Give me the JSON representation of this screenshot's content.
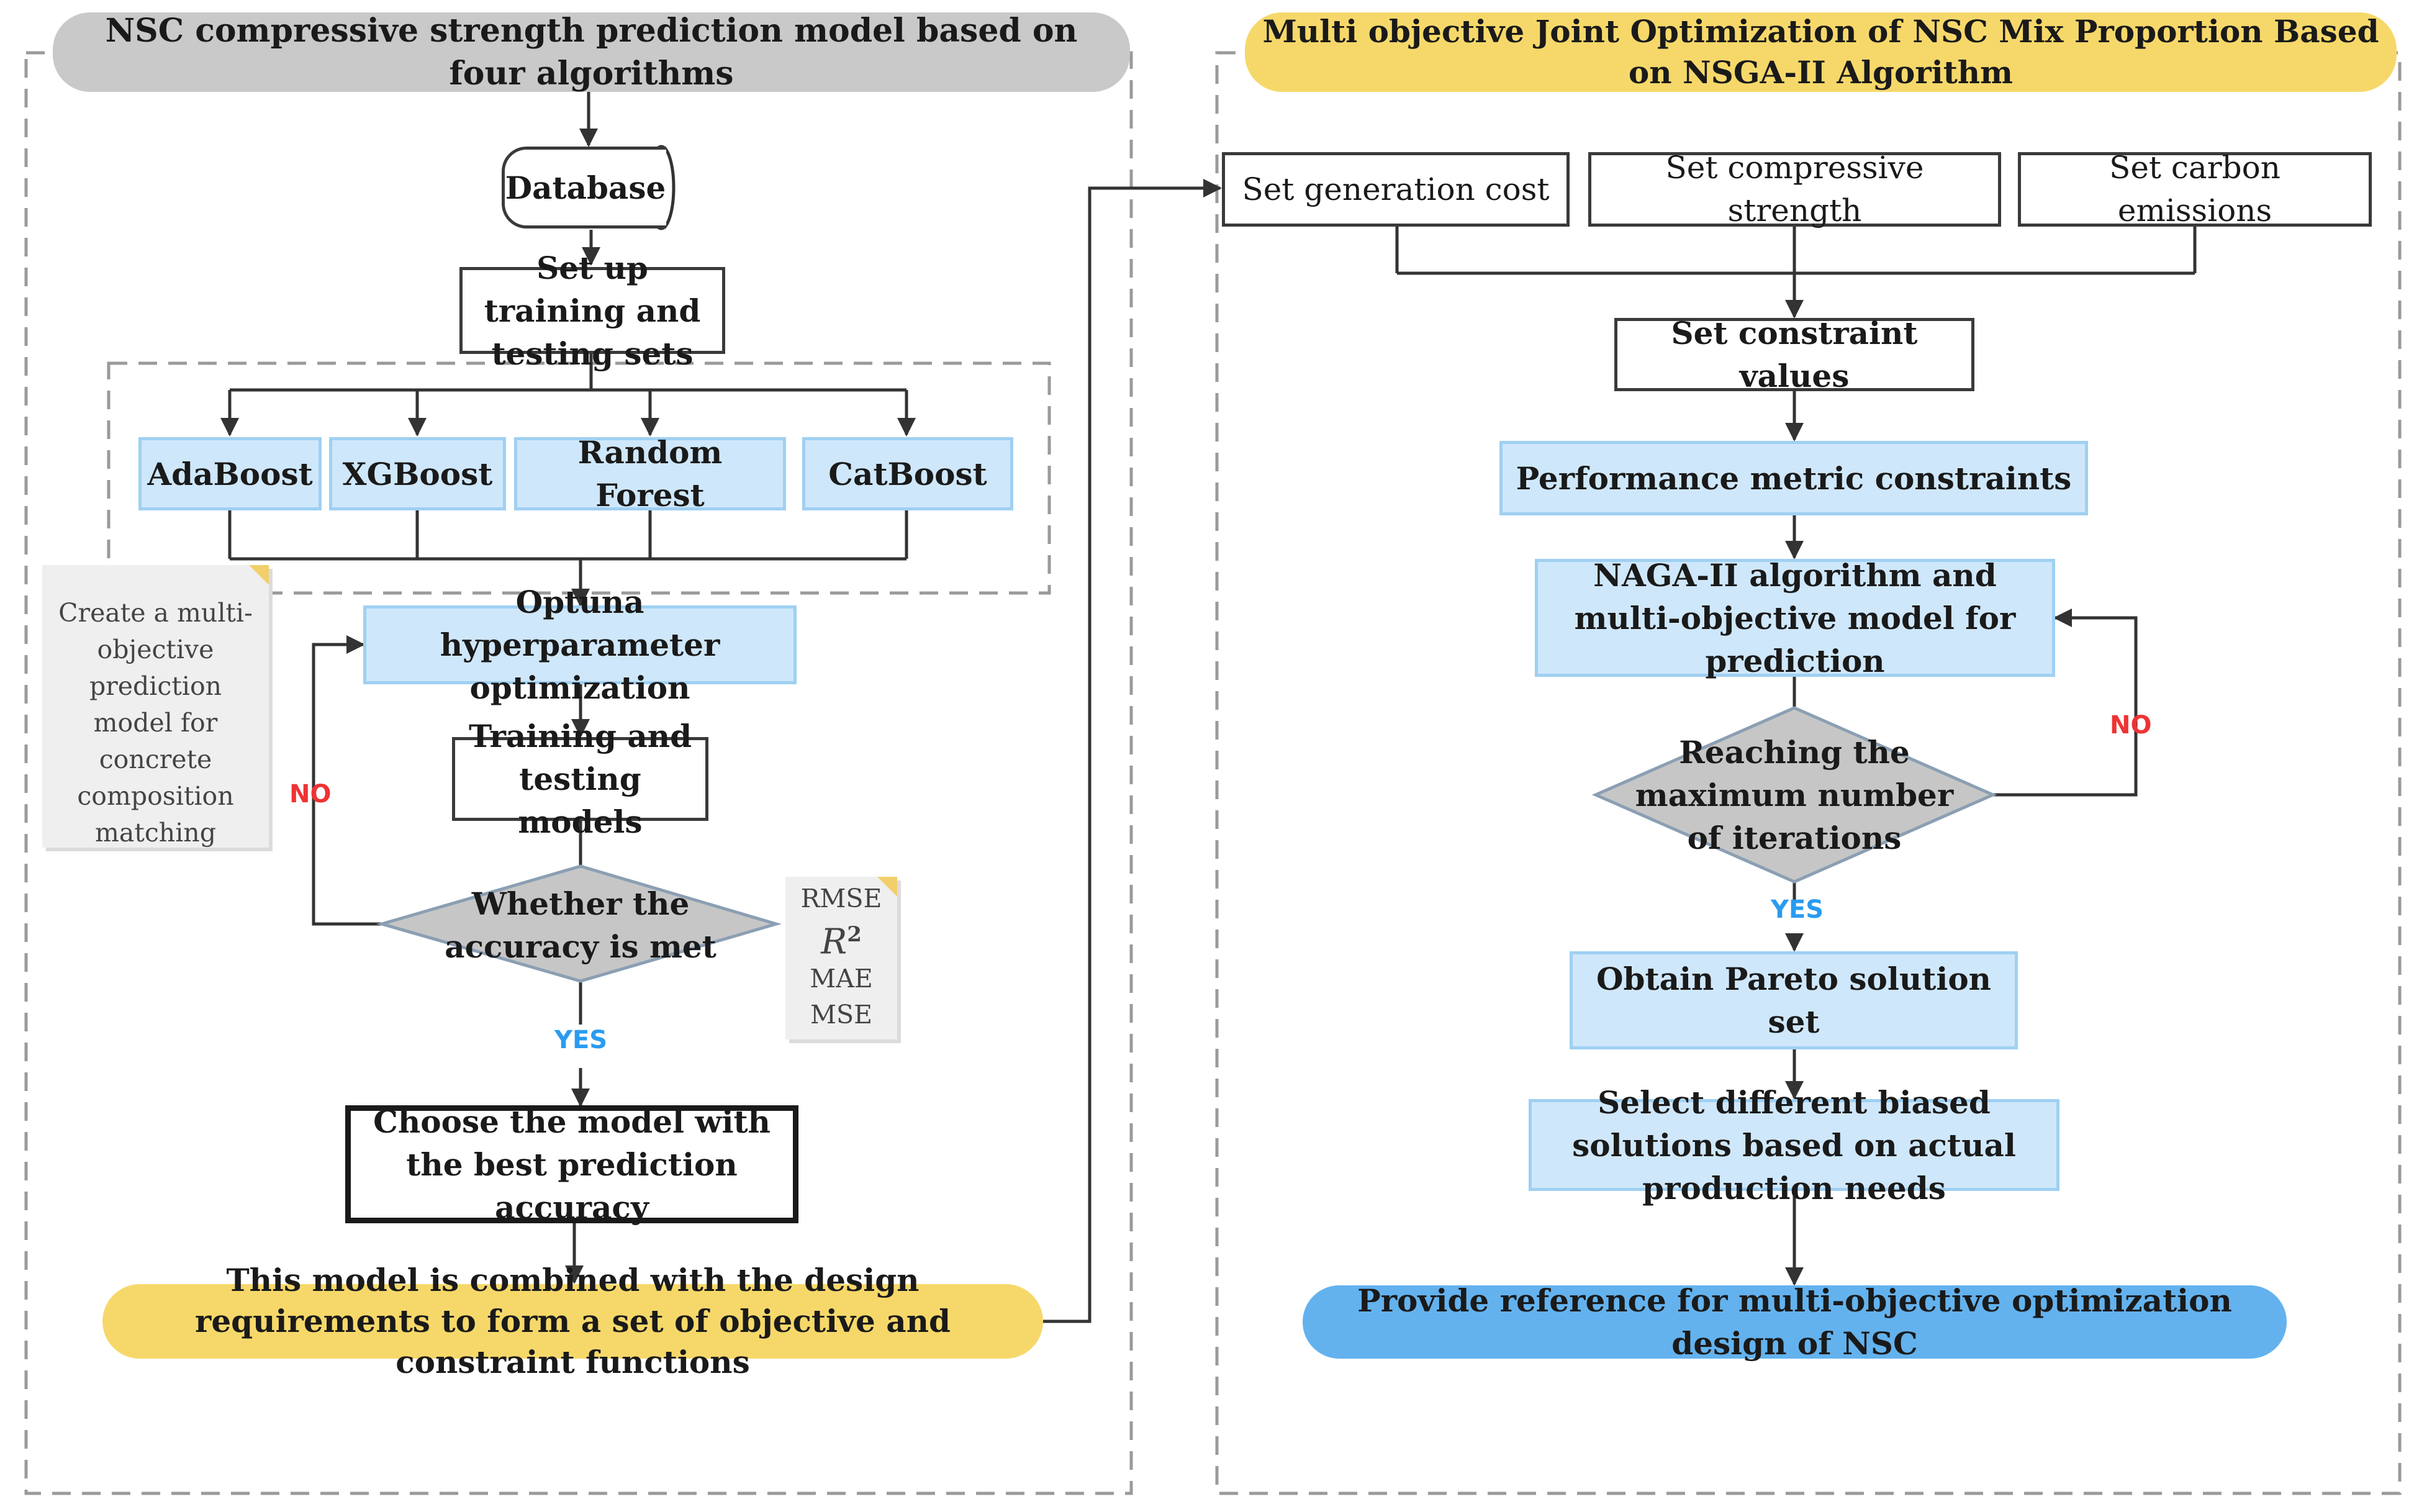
{
  "left_panel": {
    "title": "NSC compressive strength prediction model based on four algorithms",
    "database": "Database",
    "split": "Set up training and testing sets",
    "algorithms": [
      "AdaBoost",
      "XGBoost",
      "Random Forest",
      "CatBoost"
    ],
    "optuna": "Optuna hyperparameter optimization",
    "train_test": "Training and testing models",
    "decision": "Whether the accuracy is met",
    "no_label": "NO",
    "yes_label": "YES",
    "choose": "Choose the model with the best prediction accuracy",
    "combine": "This model is combined with the design requirements to form a set of objective and constraint functions",
    "note": "Create a multi-objective prediction model for concrete composition matching",
    "metrics": {
      "rmse": "RMSE",
      "r2_base": "R",
      "r2_sup": "2",
      "mae": "MAE",
      "mse": "MSE"
    }
  },
  "right_panel": {
    "title": "Multi objective Joint Optimization of NSC Mix Proportion Based on NSGA-II Algorithm",
    "objectives": [
      "Set generation cost",
      "Set compressive strength",
      "Set carbon emissions"
    ],
    "constraints": "Set constraint values",
    "metric_constraints": "Performance metric constraints",
    "naga": "NAGA-II algorithm and multi-objective model for prediction",
    "decision": "Reaching the maximum number of iterations",
    "no_label": "NO",
    "yes_label": "YES",
    "pareto": "Obtain Pareto solution set",
    "select": "Select different biased solutions based on actual production needs",
    "provide": "Provide reference for multi-objective optimization design of NSC"
  },
  "colors": {
    "box_blue": "#cfe7fb",
    "gray_pill": "#c9c9c9",
    "yellow": "#f6d86a",
    "blue_pill": "#63b2ee",
    "diamond": "#c6c6c6",
    "no_red": "#ee3333",
    "yes_blue": "#2a9bf0"
  }
}
